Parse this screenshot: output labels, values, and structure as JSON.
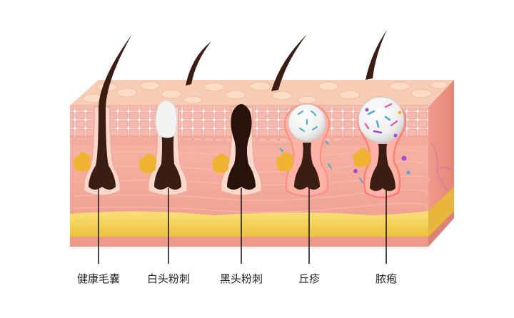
{
  "labels": {
    "healthy": "健康毛囊",
    "whitehead": "白头粉刺",
    "blackhead": "黑头粉刺",
    "papule": "丘疹",
    "pustule": "脓疱"
  },
  "colors": {
    "hair": "#3a1e14",
    "epidermis": "#f6c7b8",
    "dermis": "#f2a79a",
    "fat": "#f3cf55",
    "sebum": "#f0b332",
    "whitehead_plug": "#f2f2f2",
    "blackhead_plug": "#2a120c",
    "inflamed_rim": "#ff8d7e",
    "bacteria_blue": "#4aa8d8",
    "bacteria_pink": "#e065a8",
    "bacteria_purple": "#9a4fd0"
  }
}
